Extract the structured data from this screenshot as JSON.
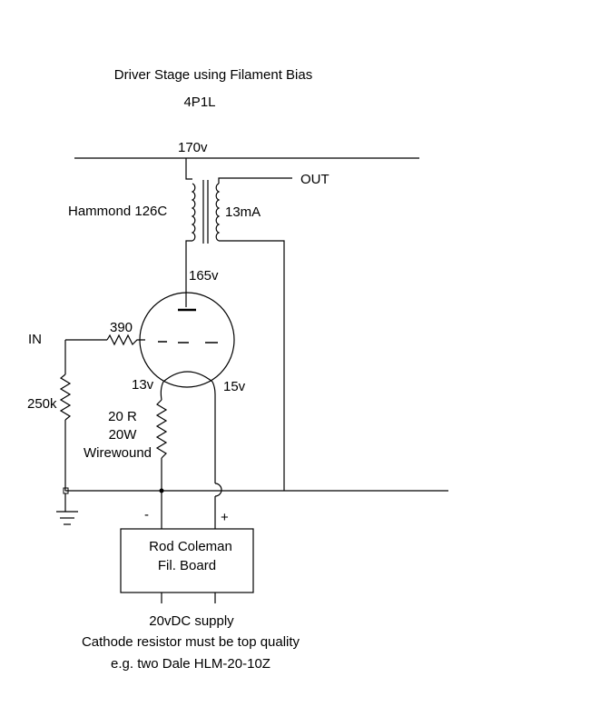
{
  "title": "Driver Stage using Filament Bias",
  "tube": "4P1L",
  "labels": {
    "b_plus": "170v",
    "output": "OUT",
    "transformer": "Hammond 126C",
    "current": "13mA",
    "plate_voltage": "165v",
    "input": "IN",
    "grid_resistor": "390",
    "grid_leak": "250k",
    "filament_left_voltage": "13v",
    "filament_right_voltage": "15v",
    "cathode_resistor_value": "20 R",
    "cathode_resistor_power": "20W",
    "cathode_resistor_type": "Wirewound",
    "minus": "-",
    "plus": "+",
    "board_line1": "Rod Coleman",
    "board_line2": "Fil. Board",
    "supply": "20vDC supply",
    "note1": "Cathode resistor must be top quality",
    "note2": "e.g. two Dale HLM-20-10Z"
  }
}
